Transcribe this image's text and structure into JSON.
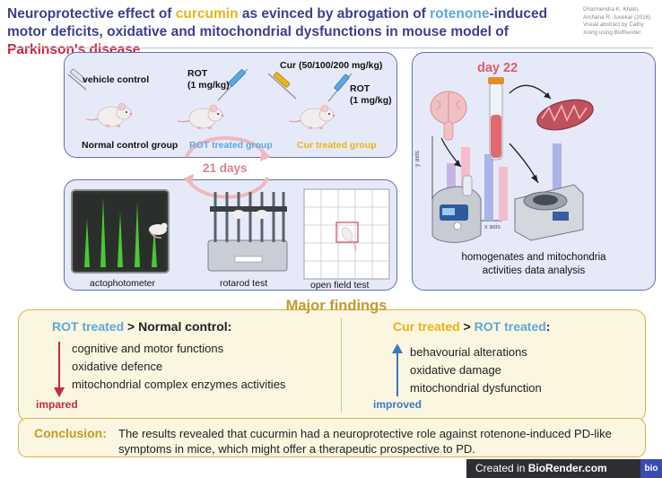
{
  "header": {
    "title_parts": [
      "Neuroprotective effect of ",
      "curcumin",
      " as evinced by abrogation of ",
      "rotenone",
      "-induced motor deficits, oxidative and mitochondrial dysfunctions in mouse model of ",
      "Parkinson's disease"
    ],
    "credit_lines": [
      "Dharmendra K. Khatri,",
      "Archana R. Juvekar (2016)",
      "Visual abstract by Cathy",
      "Xiong using BioRender"
    ]
  },
  "groups_panel": {
    "vehicle_label": "vehicle control",
    "rot_label_1": "ROT",
    "rot_label_2": "(1 mg/kg)",
    "cur_label": "Cur (50/100/200 mg/kg)",
    "cur_rot_1": "ROT",
    "cur_rot_2": "(1 mg/kg)",
    "group_normal": "Normal control group",
    "group_rot": "ROT treated group",
    "group_cur": "Cur treated group"
  },
  "timeline": {
    "days_label": "21 days",
    "day_label": "day 22"
  },
  "tests_panel": {
    "acto_label": "actophotometer",
    "rotarod_label": "rotarod test",
    "openfield_label": "open field test"
  },
  "analysis_panel": {
    "yaxis_label": "y axis",
    "xaxis_label": "x axis",
    "caption_line1": "homogenates and mitochondria",
    "caption_line2": "activities data analysis"
  },
  "findings": {
    "title": "Major findings",
    "left": {
      "header_a": "ROT treated",
      "header_op": " > ",
      "header_b": "Normal control:",
      "items": [
        "cognitive and motor functions",
        "oxidative defence",
        "mitochondrial complex enzymes activities"
      ],
      "status": "impared"
    },
    "right": {
      "header_a": "Cur treated",
      "header_op": " > ",
      "header_b": "ROT treated",
      "header_colon": ":",
      "items": [
        "behavourial alterations",
        "oxidative damage",
        "mitochondrial dysfunction"
      ],
      "status": "improved"
    }
  },
  "conclusion": {
    "label": "Conclusion:",
    "text": "The results revealed that cucurmin had a neuroprotective role against rotenone-induced PD-like symptoms in mice, which might offer a therapeutic prospective to PD."
  },
  "branding": {
    "prefix": "Created in ",
    "brand": "BioRender.com",
    "logo_text": "bio"
  },
  "colors": {
    "title_navy": "#3d3f8f",
    "curcumin_yellow": "#e8b418",
    "rotenone_blue": "#5aa8e0",
    "disease_red": "#c8283a",
    "panel_fill": "#e6eaf8",
    "panel_border": "#5c71b6",
    "findings_fill": "#fbf6e0",
    "findings_border": "#d7b352",
    "gold_text": "#c79a26",
    "impaired_red": "#c8283a",
    "improved_blue": "#3b78c4"
  },
  "icons": [
    "mouse-icon",
    "syringe-icon",
    "cycle-arrow-icon",
    "brain-icon",
    "test-tube-icon",
    "mitochondrion-icon",
    "homogenizer-icon",
    "centrifuge-icon",
    "rotarod-icon",
    "actophotometer-icon",
    "open-field-icon",
    "down-arrow-icon",
    "up-arrow-icon"
  ]
}
